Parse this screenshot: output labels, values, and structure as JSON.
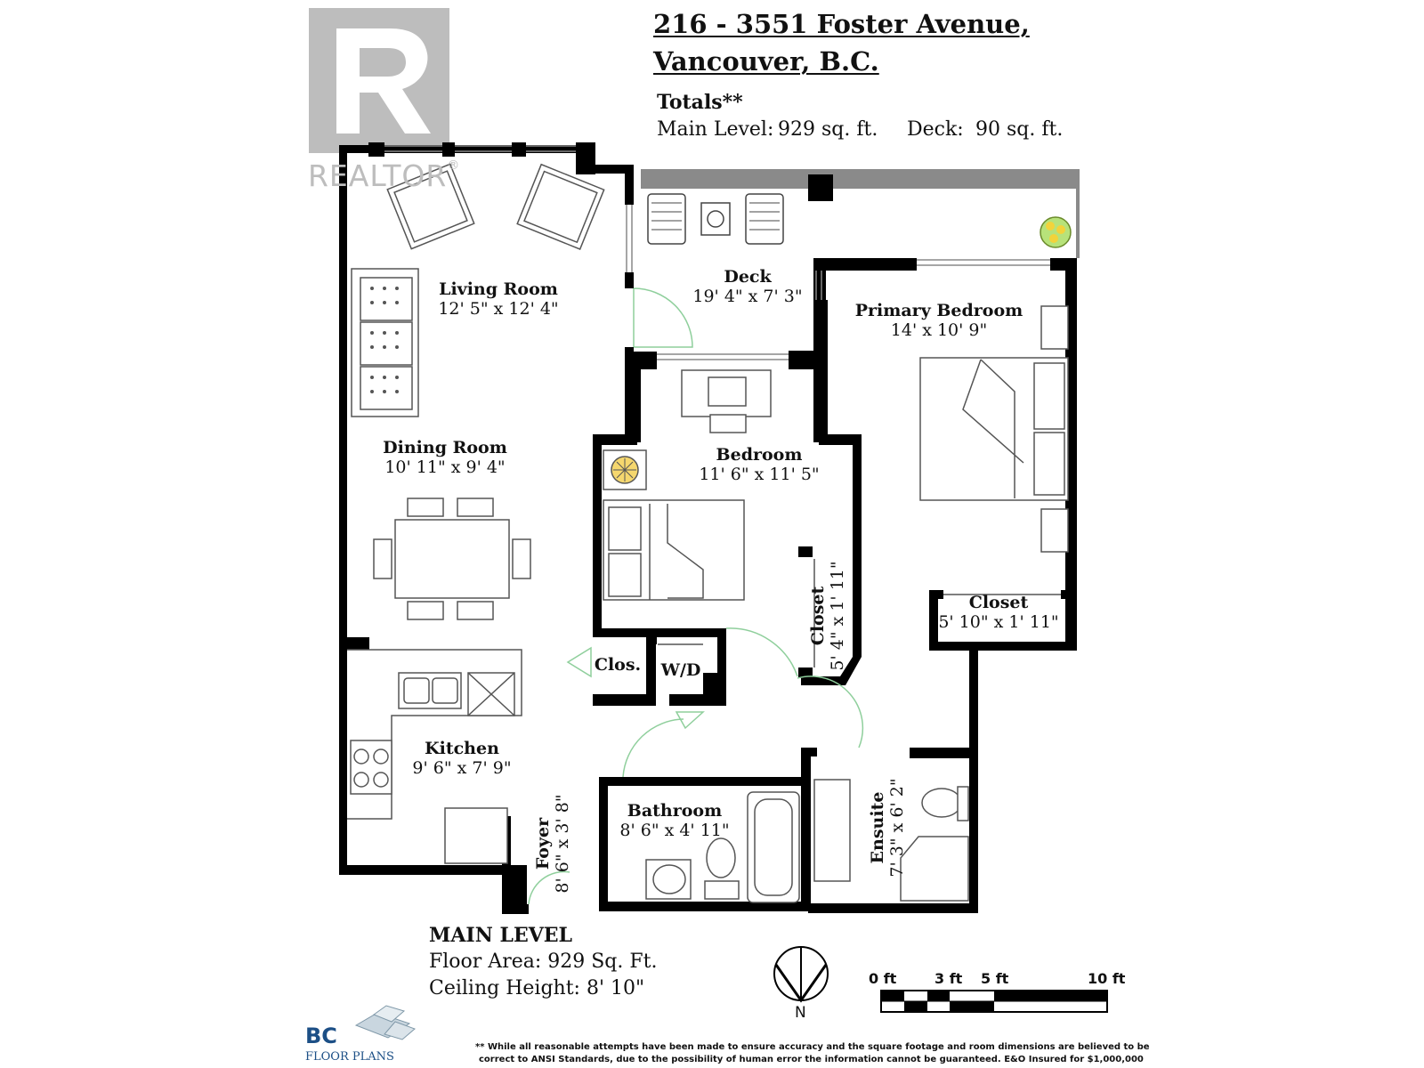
{
  "watermark": {
    "brand": "REALTOR",
    "mark": "®",
    "color": "#bdbdbd"
  },
  "header": {
    "address_line1": "216 - 3551 Foster Avenue,",
    "address_line2": "Vancouver, B.C.",
    "totals_label": "Totals**",
    "main_level_label": "Main Level:",
    "main_level_value": "929 sq. ft.",
    "deck_label": "Deck:",
    "deck_value": "90 sq. ft."
  },
  "rooms": {
    "living": {
      "name": "Living Room",
      "dims": "12' 5\" x 12' 4\""
    },
    "deck": {
      "name": "Deck",
      "dims": "19' 4\" x 7' 3\""
    },
    "primary_bedroom": {
      "name": "Primary Bedroom",
      "dims": "14' x 10' 9\""
    },
    "dining": {
      "name": "Dining Room",
      "dims": "10' 11\" x 9' 4\""
    },
    "bedroom": {
      "name": "Bedroom",
      "dims": "11' 6\" x 11' 5\""
    },
    "closet_vertical": {
      "name": "Closet",
      "dims": "5' 4\" x 1' 11\""
    },
    "closet_primary": {
      "name": "Closet",
      "dims": "5' 10\" x 1' 11\""
    },
    "clos": {
      "name": "Clos."
    },
    "wd": {
      "name": "W/D"
    },
    "kitchen": {
      "name": "Kitchen",
      "dims": "9' 6\" x 7' 9\""
    },
    "bathroom": {
      "name": "Bathroom",
      "dims": "8' 6\" x 4' 11\""
    },
    "foyer": {
      "name": "Foyer",
      "dims": "8' 6\" x 3' 8\""
    },
    "ensuite": {
      "name": "Ensuite",
      "dims": "7' 3\" x 6' 2\""
    }
  },
  "legend": {
    "title": "MAIN LEVEL",
    "floor_area": "Floor Area: 929 Sq. Ft.",
    "ceiling_height": "Ceiling Height: 8' 10\""
  },
  "compass": {
    "label": "N"
  },
  "scale": {
    "labels": [
      "0 ft",
      "3 ft",
      "5 ft",
      "10 ft"
    ]
  },
  "logo": {
    "letters": "BC",
    "text": "FLOOR PLANS"
  },
  "disclaimer": {
    "line1": "** While all reasonable attempts have been made to ensure accuracy and the square footage and room dimensions are believed to be",
    "line2": "correct to ANSI Standards, due to the possibility of human error the information cannot be guaranteed. E&O Insured for $1,000,000"
  },
  "colors": {
    "wall": "#000000",
    "deck_rail": "#8a8a8a",
    "door_arc": "#8fcf9c",
    "fixture": "#555555"
  }
}
